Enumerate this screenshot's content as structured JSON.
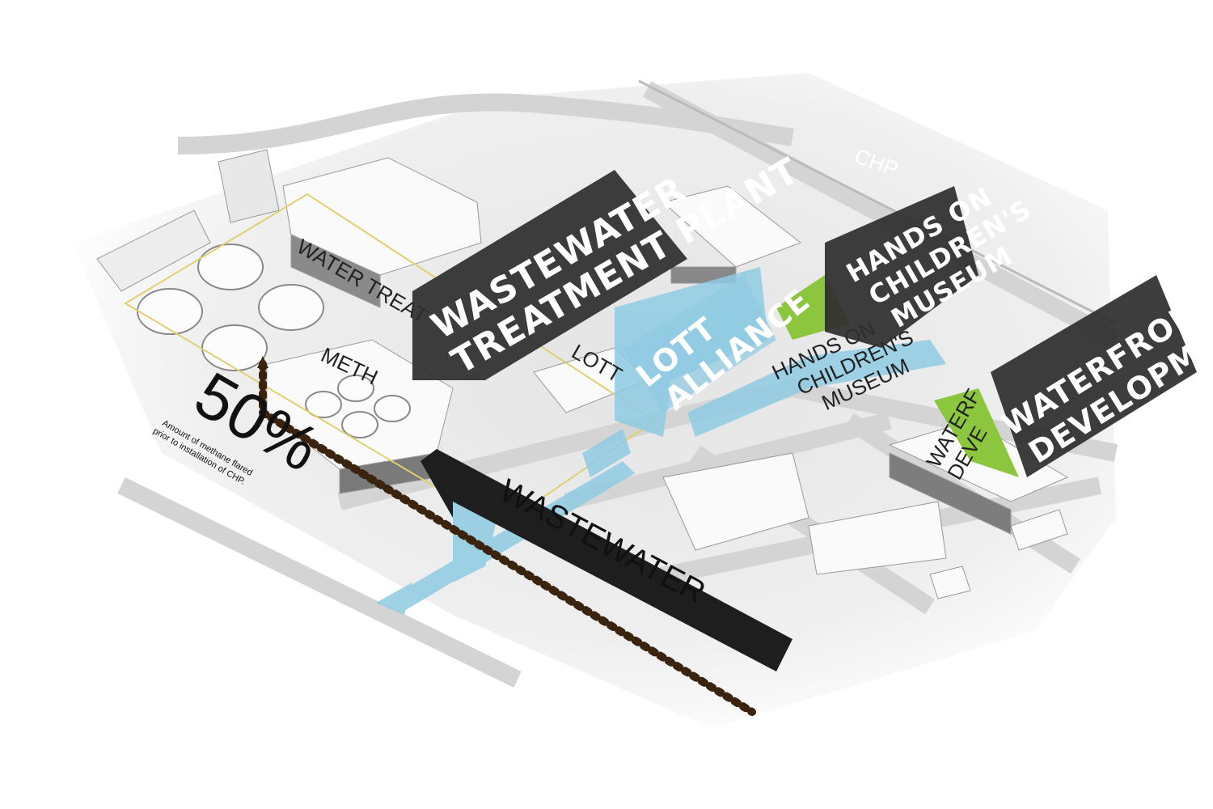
{
  "diagram": {
    "callouts": {
      "treatment_plant": [
        "WASTEWATER",
        "TREATMENT PLANT"
      ],
      "lott": [
        "LOTT",
        "ALLIANCE"
      ],
      "museum": [
        "HANDS ON",
        "CHILDREN'S",
        "MUSEUM"
      ],
      "waterfront": [
        "WATERFRONT",
        "DEVELOPMENT"
      ]
    },
    "flow_label": "WASTEWATER",
    "map_labels": {
      "chp": "CHP",
      "water_treatment": "WATER TREAT",
      "lott": "LOTT",
      "methane": "METH",
      "museum": [
        "HANDS ON",
        "CHILDREN'S",
        "MUSEUM"
      ],
      "waterfront": [
        "WATERF",
        "DEVE"
      ]
    },
    "stat": {
      "value": "50%",
      "caption": [
        "Amount of methane flared",
        "prior to installation of CHP."
      ]
    },
    "colors": {
      "callout_bg": "#2e2e2e",
      "water_blue": "#8fcbe3",
      "green": "#8cc63f",
      "outline_yellow": "#e0d070",
      "methane_dots": "#3a2410"
    }
  }
}
